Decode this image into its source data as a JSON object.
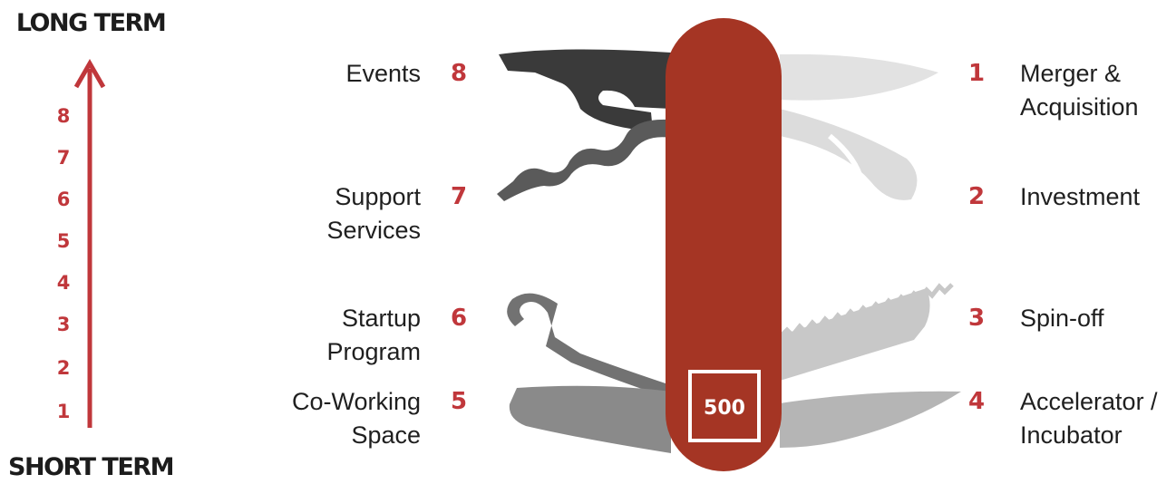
{
  "axis": {
    "top_label": "LONG TERM",
    "bottom_label": "SHORT TERM",
    "numbers": [
      "8",
      "7",
      "6",
      "5",
      "4",
      "3",
      "2",
      "1"
    ]
  },
  "tools": {
    "left": [
      {
        "label": "Events",
        "number": "8"
      },
      {
        "label": "Support\nServices",
        "number": "7"
      },
      {
        "label": "Startup\nProgram",
        "number": "6"
      },
      {
        "label": "Co-Working\nSpace",
        "number": "5"
      }
    ],
    "right": [
      {
        "label": "Merger &\nAcquisition",
        "number": "1"
      },
      {
        "label": "Investment",
        "number": "2"
      },
      {
        "label": "Spin-off",
        "number": "3"
      },
      {
        "label": "Accelerator /\nIncubator",
        "number": "4"
      }
    ]
  },
  "badge": "500",
  "colors": {
    "accent": "#c0373b",
    "handle": "#a53524",
    "tool_dark": "#3a3a3a",
    "tool_mid": "#6e6e6e",
    "tool_light": "#d4d4d4"
  }
}
